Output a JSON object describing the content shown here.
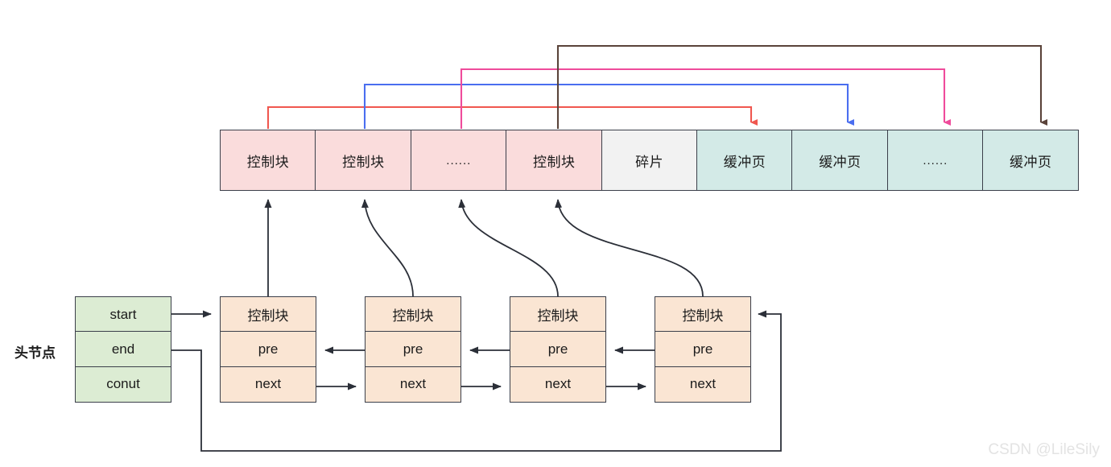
{
  "diagram": {
    "title": "buffer-pool-control-block-linked-list",
    "watermark": "CSDN @LileSily"
  },
  "memory_bar": {
    "name": "memory-region-bar",
    "cells": [
      {
        "label": "控制块",
        "kind": "control-block"
      },
      {
        "label": "控制块",
        "kind": "control-block"
      },
      {
        "label": "......",
        "kind": "control-block-ellipsis"
      },
      {
        "label": "控制块",
        "kind": "control-block"
      },
      {
        "label": "碎片",
        "kind": "fragment"
      },
      {
        "label": "缓冲页",
        "kind": "buffer-page"
      },
      {
        "label": "缓冲页",
        "kind": "buffer-page"
      },
      {
        "label": "......",
        "kind": "buffer-page-ellipsis"
      },
      {
        "label": "缓冲页",
        "kind": "buffer-page"
      }
    ]
  },
  "head_node": {
    "label": "头节点",
    "fields": [
      {
        "label": "start"
      },
      {
        "label": "end"
      },
      {
        "label": "conut"
      }
    ]
  },
  "list_nodes": [
    {
      "title": "控制块",
      "pre": "pre",
      "next": "next"
    },
    {
      "title": "控制块",
      "pre": "pre",
      "next": "next"
    },
    {
      "title": "控制块",
      "pre": "pre",
      "next": "next"
    },
    {
      "title": "控制块",
      "pre": "pre",
      "next": "next"
    }
  ],
  "mapping_links": [
    {
      "name": "control-block-1-to-buffer-page-1",
      "color": "#f0574f"
    },
    {
      "name": "control-block-2-to-buffer-page-2",
      "color": "#4a6ef0"
    },
    {
      "name": "control-block-3-to-buffer-page-3",
      "color": "#ef4b9b"
    },
    {
      "name": "control-block-4-to-buffer-page-4",
      "color": "#5a433a"
    }
  ],
  "colors": {
    "control_block_fill": "#fadcdc",
    "fragment_fill": "#f2f2f2",
    "buffer_page_fill": "#d3eae7",
    "node_fill": "#fae5d3",
    "head_fill": "#dcecd3",
    "stroke": "#3b3f4a",
    "link_red": "#f0574f",
    "link_blue": "#4a6ef0",
    "link_pink": "#ef4b9b",
    "link_brown": "#5a433a",
    "watermark": "#e3e3e3"
  }
}
